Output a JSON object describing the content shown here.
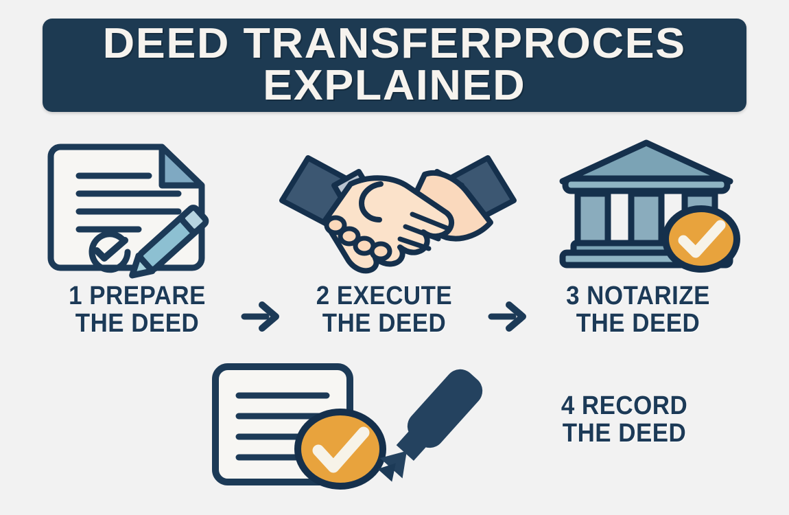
{
  "header": {
    "title": "DEED TRANSFERPROCES\nEXPLAINED",
    "background_color": "#1d3a52",
    "text_color": "#f6f3ee"
  },
  "page": {
    "background_color": "#f2f2f2",
    "accent_navy": "#1c3a57",
    "accent_blue": "#7fa9c2",
    "accent_steel": "#8aacbd",
    "accent_orange": "#e8a33d",
    "skin_tone": "#fad9bd",
    "cuff_gray": "#b9c4d0"
  },
  "steps": [
    {
      "number": "1",
      "label": "1 PREPARE\nTHE DEED",
      "icon_name": "document-with-pencil-icon"
    },
    {
      "number": "2",
      "label": "2 EXECUTE\nTHE DEED",
      "icon_name": "handshake-icon"
    },
    {
      "number": "3",
      "label": "3 NOTARIZE\nTHE DEED",
      "icon_name": "courthouse-with-check-badge-icon"
    },
    {
      "number": "4",
      "label": "4 RECORD\nTHE DEED",
      "icon_name": "document-check-with-pen-icon"
    }
  ],
  "connectors": [
    {
      "name": "arrow-step-1-to-2",
      "glyph": "arrow-right-icon"
    },
    {
      "name": "arrow-step-2-to-3",
      "glyph": "arrow-right-icon"
    }
  ]
}
